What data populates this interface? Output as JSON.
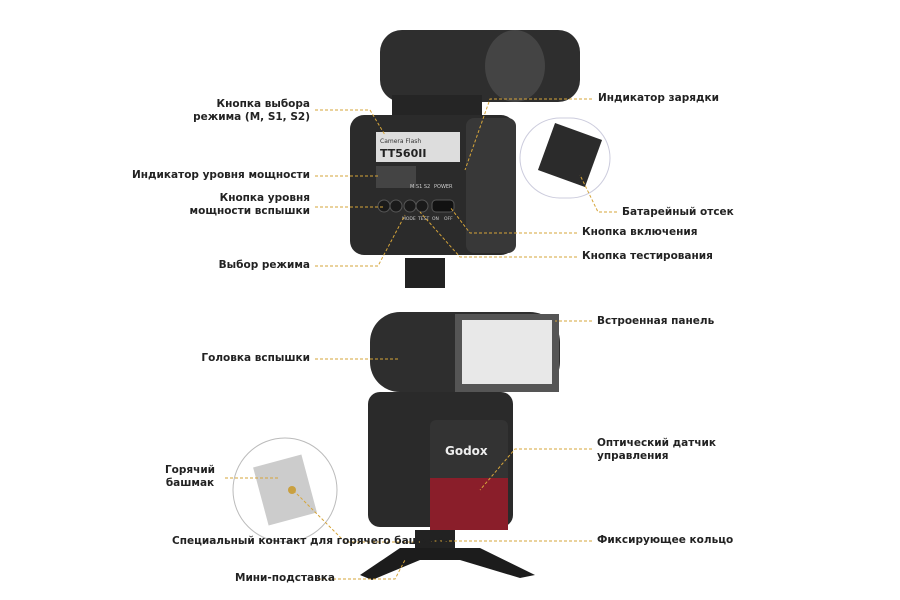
{
  "product_markings": {
    "camera_flash": "Camera Flash",
    "model": "TT560II",
    "modes": "M  S1  S2",
    "power": "POWER",
    "mode_btn": "MODE",
    "test_btn": "TEST",
    "on": "ON",
    "off": "OFF",
    "brand": "Godox"
  },
  "labels": {
    "mode_button": [
      "Кнопка выбора",
      "режима (M, S1, S2)"
    ],
    "power_level_indicator": "Индикатор уровня мощности",
    "power_level_button": [
      "Кнопка уровня",
      "мощности вспышки"
    ],
    "mode_select": "Выбор режима",
    "charge_indicator": "Индикатор зарядки",
    "battery_compartment": "Батарейный отсек",
    "power_button": "Кнопка включения",
    "test_button": "Кнопка тестирования",
    "built_in_panel": "Встроенная панель",
    "flash_head": "Головка вспышки",
    "optical_sensor": [
      "Оптический датчик",
      "управления"
    ],
    "hot_shoe": [
      "Горячий",
      "башмак"
    ],
    "hot_shoe_contact": "Специальный контакт для горячего башмака",
    "locking_ring": "Фиксирующее кольцо",
    "mini_stand": "Мини-подставка"
  },
  "colors": {
    "leader": "#d6a53a",
    "body": "#2a2a2a",
    "sensor": "#8a1e2a"
  }
}
